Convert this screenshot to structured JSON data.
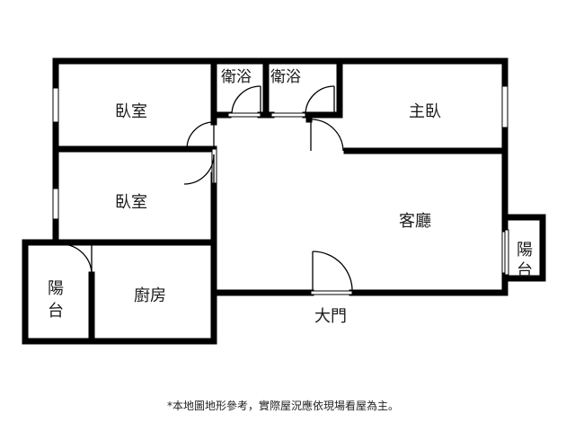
{
  "rooms": {
    "bedroom_1": "臥室",
    "bedroom_2": "臥室",
    "bath_1": "衛浴",
    "bath_2": "衛浴",
    "master_bedroom": "主臥",
    "living_room": "客廳",
    "balcony_left_top": "陽",
    "balcony_left_bottom": "台",
    "kitchen": "廚房",
    "balcony_right_top": "陽",
    "balcony_right_bottom": "台"
  },
  "entrance_label": "大門",
  "footnote": "*本地圖地形參考，實際屋況應依現場看屋為主。",
  "colors": {
    "wall": "#000000",
    "door": "#000000",
    "window": "#9a9a9a"
  }
}
